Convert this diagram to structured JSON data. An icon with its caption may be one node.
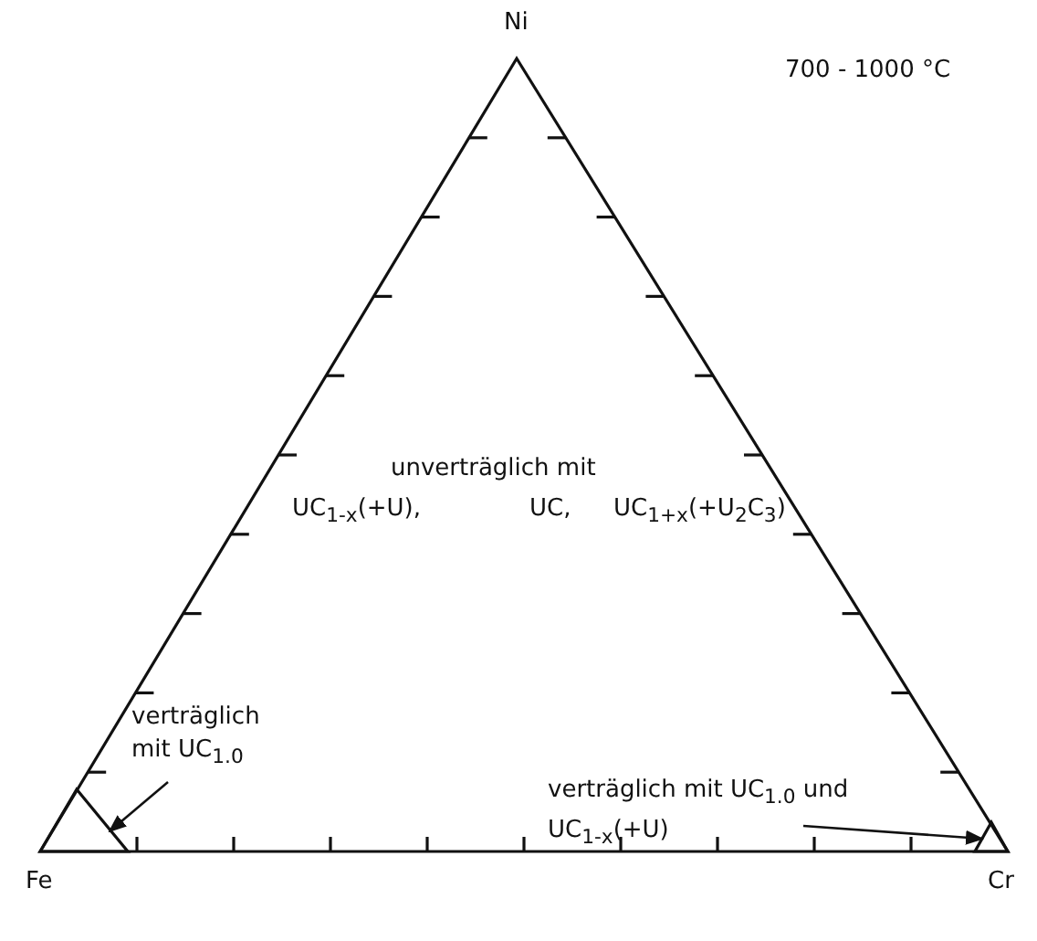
{
  "diagram": {
    "nodes": [
      {
        "text": [
          "verträglich mit UC$_{1.0}$"
        ]
      },
      {
        "text": [],
        "shape": "triangle"
      },
      {
        "text": [
          "verträglich mit UC$_{1.0}$ und UC$_{1-x}$(+U)"
        ]
      },
      {
        "text": [],
        "shape": "triangle"
      }
    ],
    "edges": [
      {
        "from": 0,
        "to": 1,
        "arrow": "to"
      },
      {
        "from": 2,
        "to": 3,
        "arrow": "to"
      }
    ],
    "labels": [
      "Ni",
      "700 - 1000 °C",
      "unverträglich mit",
      "UC$_{1-x}$(+U),",
      "UC,",
      "UC$_{1+x}$(+U$_{2}$C$_{3}$)",
      "Fe",
      "Cr"
    ]
  }
}
